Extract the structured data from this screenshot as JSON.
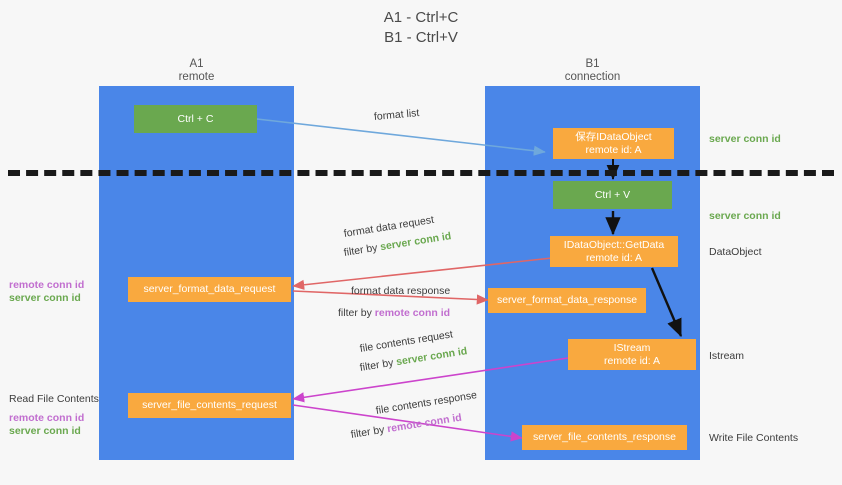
{
  "title": {
    "line1": "A1 - Ctrl+C",
    "line2": "B1 - Ctrl+V"
  },
  "columns": [
    {
      "id": "a1",
      "name": "A1",
      "sub": "remote"
    },
    {
      "id": "b1",
      "name": "B1",
      "sub": "connection"
    }
  ],
  "nodes": {
    "ctrl_c": {
      "line1": "Ctrl + C",
      "line2": "",
      "color": "#6aa84f"
    },
    "save_idataobject": {
      "line1": "保存IDataObject",
      "line2": "remote id: A",
      "color": "#f9a93f"
    },
    "ctrl_v": {
      "line1": "Ctrl + V",
      "line2": "",
      "color": "#6aa84f"
    },
    "getdata": {
      "line1": "IDataObject::GetData",
      "line2": "remote id: A",
      "color": "#f9a93f"
    },
    "istream": {
      "line1": "IStream",
      "line2": "remote id: A",
      "color": "#f9a93f"
    },
    "fmt_data_request": {
      "line1": "server_format_data_request",
      "line2": "",
      "color": "#f9a93f"
    },
    "fmt_data_response": {
      "line1": "server_format_data_response",
      "line2": "",
      "color": "#f9a93f"
    },
    "file_req": {
      "line1": "server_file_contents_request",
      "line2": "",
      "color": "#f9a93f"
    },
    "file_resp": {
      "line1": "server_file_contents_response",
      "line2": "",
      "color": "#f9a93f"
    }
  },
  "edge_labels": {
    "format_list": "format list",
    "fmt_req_l1": "format data request",
    "fmt_req_l2_prefix": "filter by ",
    "fmt_req_l2_key": "server conn id",
    "fmt_resp_l1": "format data response",
    "fmt_resp_l2_prefix": "filter by ",
    "fmt_resp_l2_key": "remote conn id",
    "file_req_l1": "file contents request",
    "file_req_l2_prefix": "filter by ",
    "file_req_l2_key": "server conn id",
    "file_resp_l1": "file contents response",
    "file_resp_l2_prefix": "filter by ",
    "file_resp_l2_key": "remote conn id"
  },
  "right_labels": {
    "server_conn_id_1": "server conn id",
    "server_conn_id_2": "server conn id",
    "dataobject": "DataObject",
    "istream": "Istream",
    "write_file_contents": "Write File Contents"
  },
  "left_labels": {
    "remote_conn_id_1": "remote conn id",
    "server_conn_id_1": "server conn id",
    "read_file_contents": "Read File Contents",
    "remote_conn_id_2": "remote conn id",
    "server_conn_id_2": "server conn id"
  },
  "colors": {
    "lane": "#4a86e8",
    "green_node": "#6aa84f",
    "orange_node": "#f9a93f",
    "green_text": "#6aa84f",
    "purple_text": "#c16ecf",
    "arrow_blue": "#6fa8dc",
    "arrow_red": "#e06666",
    "arrow_magenta": "#cc44cc",
    "arrow_black": "#000000",
    "background": "#f7f7f7"
  }
}
